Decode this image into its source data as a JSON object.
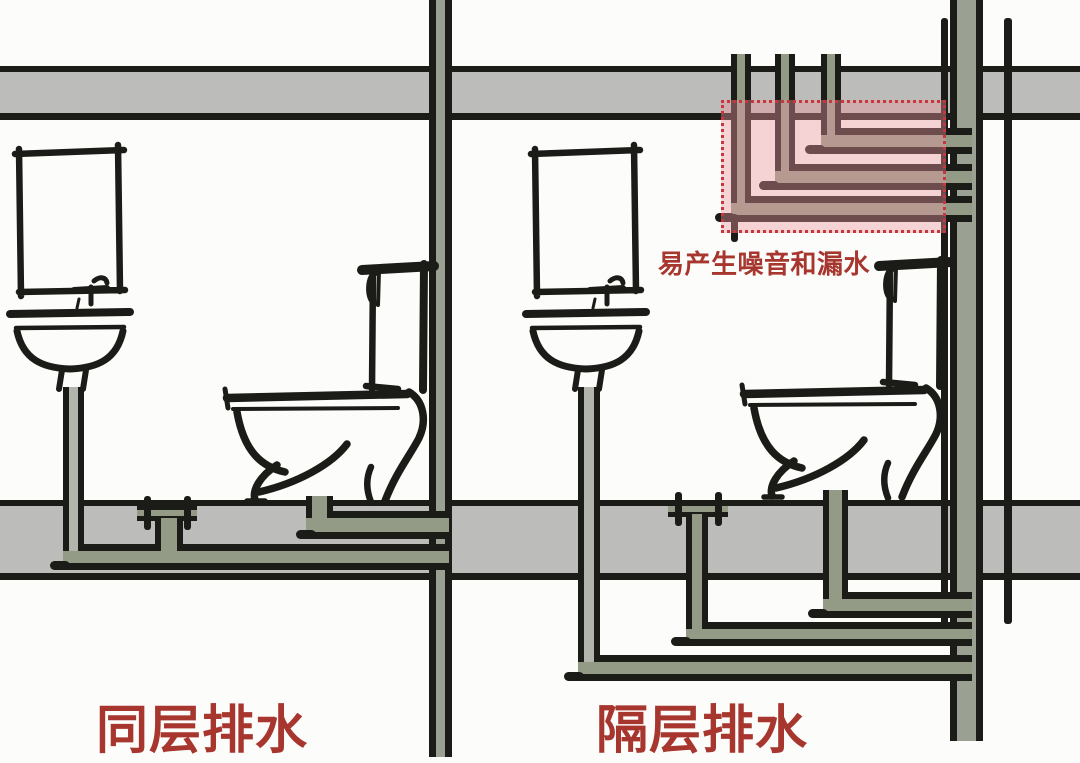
{
  "labels": {
    "left_system": "同层排水",
    "right_system": "隔层排水",
    "warning": "易产生噪音和漏水"
  },
  "colors": {
    "background": "#fcfcfa",
    "ink": "#1b1b18",
    "slab_gray": "#bcbcba",
    "pipe_green": "#939b87",
    "stack_green": "#9aa092",
    "pedestal_gray": "#b2b5ab",
    "label_red": "#a7362e",
    "highlight_border": "#c5383e",
    "highlight_fill": "rgba(234,150,157,0.40)"
  },
  "sections": [
    {
      "name": "same-floor-drainage",
      "label": "同层排水",
      "fixtures": [
        "mirror",
        "pedestal-sink",
        "toilet",
        "floor-drain",
        "drain-stack"
      ],
      "pipe_routing": "branch pipes run inside the floor slab to the stack"
    },
    {
      "name": "cross-floor-drainage",
      "label": "隔层排水",
      "fixtures": [
        "mirror",
        "pedestal-sink",
        "toilet",
        "floor-drain",
        "drain-stack"
      ],
      "pipe_routing": "branch pipes drop below the floor slab (neighbor's ceiling) to the stack"
    }
  ],
  "highlight": {
    "label": "易产生噪音和漏水",
    "style": "red-dotted-box",
    "area": "upstairs drain pipes hung under the ceiling"
  }
}
